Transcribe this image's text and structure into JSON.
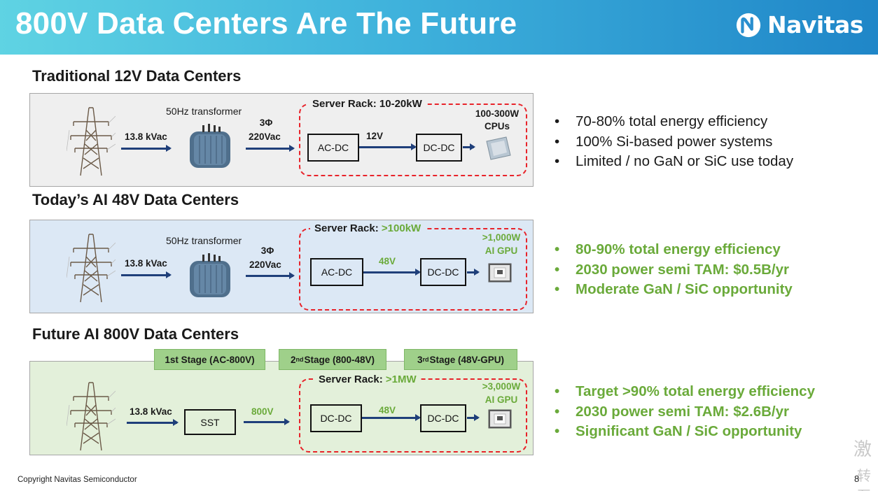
{
  "header": {
    "title": "800V Data Centers Are The Future",
    "logo_text": "Navitas",
    "logo_icon": "navitas-n-logo-icon"
  },
  "sections": [
    {
      "title": "Traditional 12V Data Centers",
      "input_voltage": "13.8 kVac",
      "transformer_label": "50Hz transformer",
      "phase_label": "3Φ",
      "transformer_output": "220Vac",
      "rack_title": "Server Rack: ",
      "rack_value": "10-20kW",
      "box1": "AC-DC",
      "bus_voltage": "12V",
      "box2": "DC-DC",
      "load_power": "100-300W",
      "load_name": "CPUs",
      "load_icon": "cpu-chip-icon",
      "bullets": [
        "70-80% total energy efficiency",
        "100% Si-based power systems",
        "Limited / no GaN or SiC use today"
      ]
    },
    {
      "title": "Today’s AI 48V Data Centers",
      "input_voltage": "13.8 kVac",
      "transformer_label": "50Hz transformer",
      "phase_label": "3Φ",
      "transformer_output": "220Vac",
      "rack_title": "Server Rack: ",
      "rack_value": ">100kW",
      "box1": "AC-DC",
      "bus_voltage": "48V",
      "box2": "DC-DC",
      "load_power": ">1,000W",
      "load_name": "AI GPU",
      "load_icon": "gpu-chip-icon",
      "bullets": [
        "80-90% total energy efficiency",
        "2030 power semi TAM: $0.5B/yr",
        "Moderate GaN / SiC opportunity"
      ]
    },
    {
      "title": "Future AI 800V Data Centers",
      "stages": [
        {
          "ord": "1st",
          "sup": "",
          "label": "1st Stage (AC-800V)"
        },
        {
          "ord": "2",
          "sup": "nd",
          "label": " Stage (800-48V)"
        },
        {
          "ord": "3",
          "sup": "rd",
          "label": " Stage (48V-GPU)"
        }
      ],
      "input_voltage": "13.8 kVac",
      "sst_label": "SST",
      "sst_output": "800V",
      "rack_title": "Server Rack: ",
      "rack_value": ">1MW",
      "box1": "DC-DC",
      "bus_voltage": "48V",
      "box2": "DC-DC",
      "load_power": ">3,000W",
      "load_name": "AI GPU",
      "load_icon": "gpu-chip-icon",
      "bullets": [
        "Target >90% total energy efficiency",
        "2030 power semi TAM: $2.6B/yr",
        "Significant GaN / SiC opportunity"
      ]
    }
  ],
  "footer": {
    "copyright": "Copyright Navitas Semiconductor",
    "page_number": "8"
  },
  "watermark": {
    "line1": "激",
    "line2": "转至"
  },
  "colors": {
    "accent_green": "#6aaa3a",
    "rack_dash_red": "#e8232a",
    "arrow_navy": "#1f3f7a",
    "banner_start": "#5fd3e3",
    "banner_end": "#1f86c8"
  }
}
